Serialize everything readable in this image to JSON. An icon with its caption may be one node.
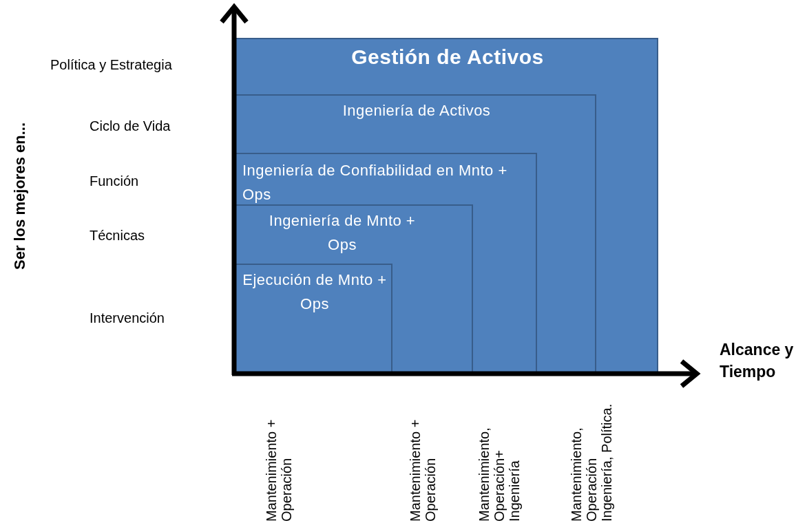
{
  "diagram": {
    "nodes": [
      {
        "text": [
          "Gestión de Activos"
        ]
      },
      {
        "text": [
          "Ingeniería de Activos"
        ],
        "in": 0
      },
      {
        "text": [
          "Ingeniería de Confiabilidad en Mnto + Ops"
        ],
        "in": 1
      },
      {
        "text": [
          "Ingeniería de Mnto + Ops"
        ],
        "in": 2
      },
      {
        "text": [
          "Ejecución de Mnto + Ops"
        ],
        "in": 3
      }
    ],
    "edges": [],
    "labels": [
      "Ser los mejores en...",
      "Política y Estrategia",
      "Ciclo de Vida",
      "Función",
      "Técnicas",
      "Intervención",
      "Alcance y Tiempo",
      "Mantenimiento + Operación",
      "Mantenimiento + Operación",
      "Mantenimiento, Operación+ Ingeniería",
      "Mantenimiento, Operación Ingeniería, Política."
    ]
  }
}
